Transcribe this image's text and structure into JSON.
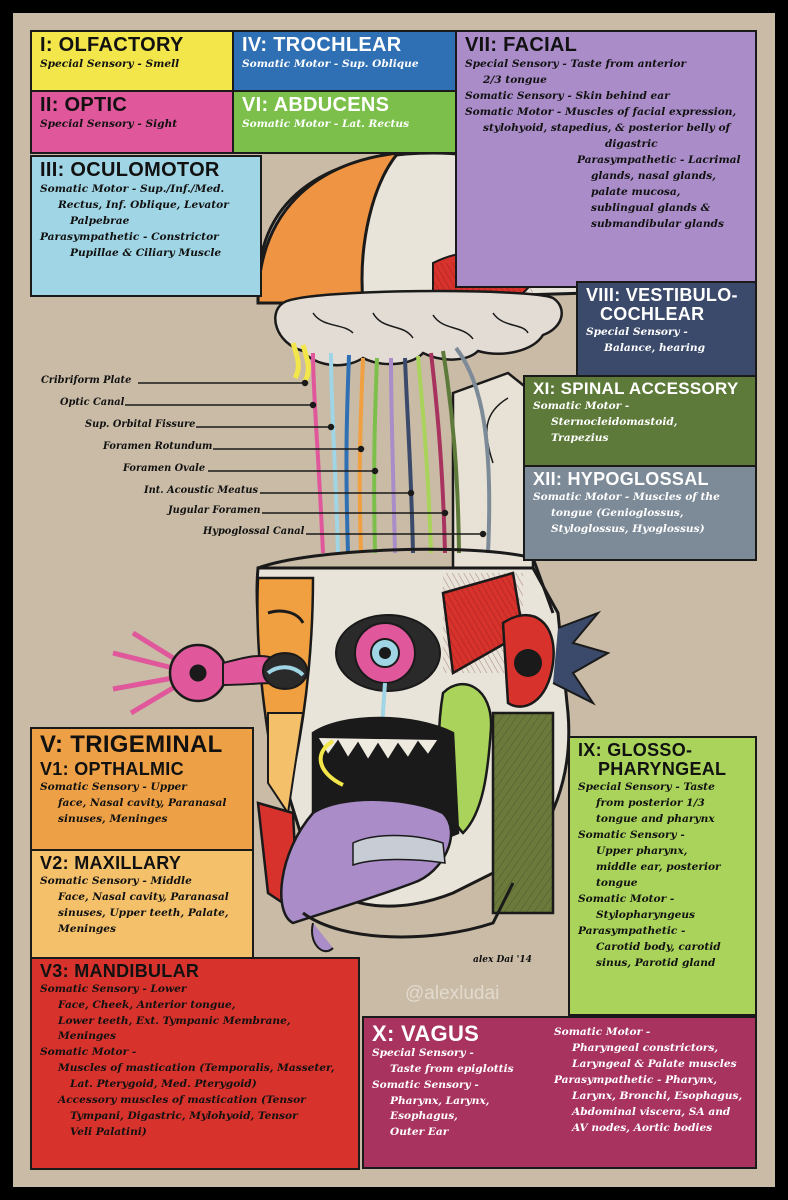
{
  "nerves": {
    "olfactory": {
      "title": "I: OLFACTORY",
      "lines": [
        "Special Sensory - Smell"
      ],
      "color": "#f2e64a"
    },
    "optic": {
      "title": "II: OPTIC",
      "lines": [
        "Special Sensory - Sight"
      ],
      "color": "#e0579b"
    },
    "oculomotor": {
      "title": "III: OCULOMOTOR",
      "lines": [
        "Somatic Motor - Sup./Inf./Med.",
        "Rectus, Inf. Oblique, Levator",
        "Palpebrae",
        "Parasympathetic - Constrictor",
        "Pupillae & Ciliary Muscle"
      ],
      "color": "#9fd5e4"
    },
    "trochlear": {
      "title": "IV: TROCHLEAR",
      "lines": [
        "Somatic Motor - Sup. Oblique"
      ],
      "color": "#2f6fb3"
    },
    "abducens": {
      "title": "VI: ABDUCENS",
      "lines": [
        "Somatic Motor - Lat. Rectus"
      ],
      "color": "#7cc04b"
    },
    "facial": {
      "title": "VII: FACIAL",
      "lines": [
        "Special Sensory - Taste from anterior",
        "2/3 tongue",
        "Somatic Sensory - Skin behind ear",
        "Somatic Motor - Muscles of facial expression,",
        "stylohyoid, stapedius, & posterior belly of",
        "digastric",
        "Parasympathetic - Lacrimal",
        "glands, nasal glands,",
        "palate mucosa,",
        "sublingual glands &",
        "submandibular glands"
      ],
      "color": "#a98cc8"
    },
    "vestibulocochlear": {
      "title": "VIII: VESTIBULO-COCHLEAR",
      "title1": "VIII: VESTIBULO-",
      "title2": "COCHLEAR",
      "lines": [
        "Special Sensory -",
        "Balance, hearing"
      ],
      "color": "#3b4a6a"
    },
    "accessory": {
      "title": "XI: SPINAL ACCESSORY",
      "lines": [
        "Somatic Motor -",
        "Sternocleidomastoid,",
        "Trapezius"
      ],
      "color": "#5e7a3a"
    },
    "hypoglossal": {
      "title": "XII: HYPOGLOSSAL",
      "lines": [
        "Somatic Motor - Muscles of the",
        "tongue (Genioglossus,",
        "Styloglossus, Hyoglossus)"
      ],
      "color": "#7d8a98"
    },
    "trigeminal": {
      "title": "V: TRIGEMINAL",
      "color": "#f0a040"
    },
    "v1": {
      "title": "V1: OPTHALMIC",
      "lines": [
        "Somatic Sensory - Upper",
        "face, Nasal cavity, Paranasal",
        "sinuses, Meninges"
      ],
      "color": "#eda046"
    },
    "v2": {
      "title": "V2: MAXILLARY",
      "lines": [
        "Somatic Sensory - Middle",
        "Face, Nasal cavity, Paranasal",
        "sinuses, Upper teeth, Palate,",
        "Meninges"
      ],
      "color": "#f4c06a"
    },
    "v3": {
      "title": "V3: MANDIBULAR",
      "lines": [
        "Somatic Sensory - Lower",
        "Face, Cheek, Anterior tongue,",
        "Lower teeth, Ext. Tympanic Membrane, Meninges",
        "Somatic Motor -",
        "Muscles of mastication (Temporalis, Masseter,",
        "Lat. Pterygoid, Med. Pterygoid)",
        "Accessory muscles of mastication (Tensor",
        "Tympani, Digastric, Mylohyoid, Tensor",
        "Veli Palatini)"
      ],
      "color": "#d8322c"
    },
    "glossopharyngeal": {
      "title1": "IX: GLOSSO-",
      "title2": "PHARYNGEAL",
      "lines": [
        "Special Sensory - Taste",
        "from posterior 1/3",
        "tongue and pharynx",
        "Somatic Sensory -",
        "Upper pharynx,",
        "middle ear, posterior",
        "tongue",
        "Somatic Motor -",
        "Stylopharyngeus",
        "Parasympathetic -",
        "Carotid body, carotid",
        "sinus, Parotid gland"
      ],
      "color": "#a9d35a"
    },
    "vagus": {
      "title": "X: VAGUS",
      "lines_left": [
        "Special Sensory -",
        "Taste from epiglottis",
        "Somatic Sensory -",
        "Pharynx, Larynx, Esophagus,",
        "Outer Ear"
      ],
      "lines_right": [
        "Somatic Motor -",
        "Pharyngeal constrictors,",
        "Laryngeal & Palate muscles",
        "Parasympathetic - Pharynx,",
        "Larynx, Bronchi, Esophagus,",
        "Abdominal viscera, SA and",
        "AV nodes, Aortic bodies"
      ],
      "color": "#a8335f"
    }
  },
  "foramina": [
    "Cribriform Plate",
    "Optic Canal",
    "Sup. Orbital Fissure",
    "Foramen Rotundum",
    "Foramen Ovale",
    "Int. Acoustic Meatus",
    "Jugular Foramen",
    "Hypoglossal Canal"
  ],
  "credit": "@alexludai",
  "signature": "alex Dai '14"
}
